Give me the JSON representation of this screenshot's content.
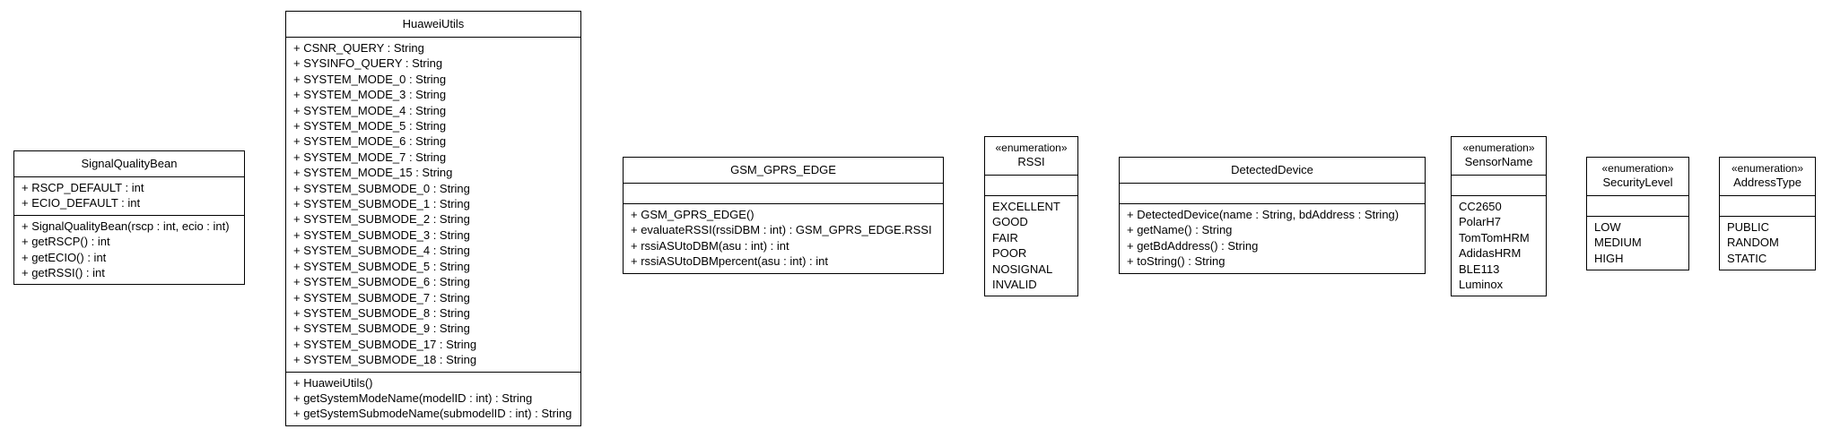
{
  "classes": [
    {
      "id": "signal-quality-bean",
      "name": "SignalQualityBean",
      "stereotype": "",
      "attributes": [
        "+ RSCP_DEFAULT : int",
        "+ ECIO_DEFAULT : int"
      ],
      "operations": [
        "+ SignalQualityBean(rscp : int, ecio : int)",
        "+ getRSCP() : int",
        "+ getECIO() : int",
        "+ getRSSI() : int"
      ]
    },
    {
      "id": "huawei-utils",
      "name": "HuaweiUtils",
      "stereotype": "",
      "attributes": [
        "+ CSNR_QUERY : String",
        "+ SYSINFO_QUERY : String",
        "+ SYSTEM_MODE_0 : String",
        "+ SYSTEM_MODE_3 : String",
        "+ SYSTEM_MODE_4 : String",
        "+ SYSTEM_MODE_5 : String",
        "+ SYSTEM_MODE_6 : String",
        "+ SYSTEM_MODE_7 : String",
        "+ SYSTEM_MODE_15 : String",
        "+ SYSTEM_SUBMODE_0 : String",
        "+ SYSTEM_SUBMODE_1 : String",
        "+ SYSTEM_SUBMODE_2 : String",
        "+ SYSTEM_SUBMODE_3 : String",
        "+ SYSTEM_SUBMODE_4 : String",
        "+ SYSTEM_SUBMODE_5 : String",
        "+ SYSTEM_SUBMODE_6 : String",
        "+ SYSTEM_SUBMODE_7 : String",
        "+ SYSTEM_SUBMODE_8 : String",
        "+ SYSTEM_SUBMODE_9 : String",
        "+ SYSTEM_SUBMODE_17 : String",
        "+ SYSTEM_SUBMODE_18 : String"
      ],
      "operations": [
        "+ HuaweiUtils()",
        "+ getSystemModeName(modelID : int) : String",
        "+ getSystemSubmodeName(submodelID : int) : String"
      ]
    },
    {
      "id": "gsm-gprs-edge",
      "name": "GSM_GPRS_EDGE",
      "stereotype": "",
      "attributes": [],
      "operations": [
        "+ GSM_GPRS_EDGE()",
        "+ evaluateRSSI(rssiDBM : int) : GSM_GPRS_EDGE.RSSI",
        "+ rssiASUtoDBM(asu : int) : int",
        "+ rssiASUtoDBMpercent(asu : int) : int"
      ]
    },
    {
      "id": "rssi",
      "name": "RSSI",
      "stereotype": "«enumeration»",
      "attributes": [],
      "operations": [
        "EXCELLENT",
        "GOOD",
        "FAIR",
        "POOR",
        "NOSIGNAL",
        "INVALID"
      ]
    },
    {
      "id": "detected-device",
      "name": "DetectedDevice",
      "stereotype": "",
      "attributes": [],
      "operations": [
        "+ DetectedDevice(name : String, bdAddress : String)",
        "+ getName() : String",
        "+ getBdAddress() : String",
        "+ toString() : String"
      ]
    },
    {
      "id": "sensor-name",
      "name": "SensorName",
      "stereotype": "«enumeration»",
      "attributes": [],
      "operations": [
        "CC2650",
        "PolarH7",
        "TomTomHRM",
        "AdidasHRM",
        "BLE113",
        "Luminox"
      ]
    },
    {
      "id": "security-level",
      "name": "SecurityLevel",
      "stereotype": "«enumeration»",
      "attributes": [],
      "operations": [
        "LOW",
        "MEDIUM",
        "HIGH"
      ]
    },
    {
      "id": "address-type",
      "name": "AddressType",
      "stereotype": "«enumeration»",
      "attributes": [],
      "operations": [
        "PUBLIC",
        "RANDOM",
        "STATIC"
      ]
    }
  ]
}
